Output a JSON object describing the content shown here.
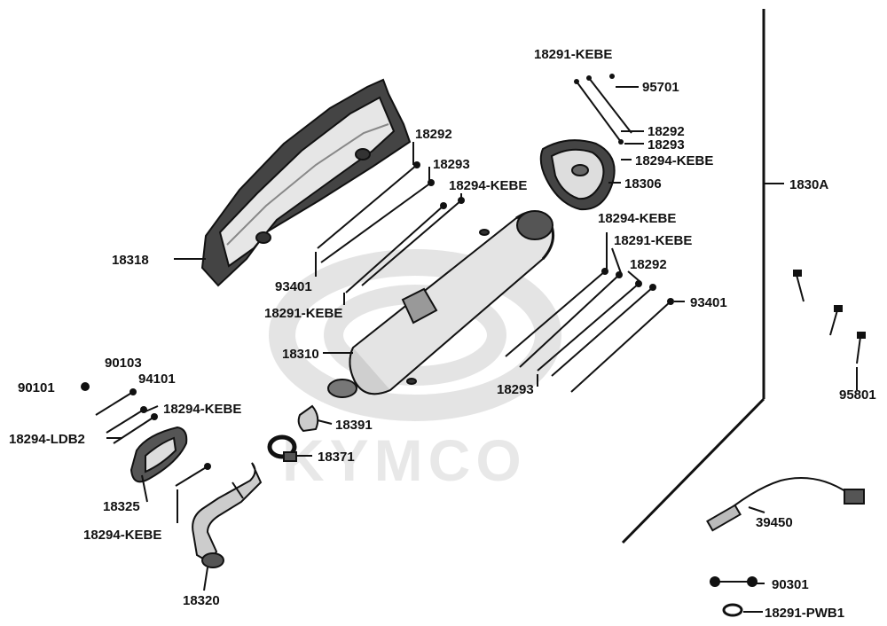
{
  "watermark": {
    "brand": "KYMCO"
  },
  "group_label": "1830A",
  "labels": {
    "l_18291_kebe_top": "18291-KEBE",
    "l_95701": "95701",
    "l_18292_top": "18292",
    "l_18293_top": "18293",
    "l_18294_kebe_top": "18294-KEBE",
    "l_18306": "18306",
    "l_18292_left": "18292",
    "l_18293_left": "18293",
    "l_18294_kebe_left": "18294-KEBE",
    "l_18318": "18318",
    "l_93401_left": "93401",
    "l_18291_kebe_left": "18291-KEBE",
    "l_18294_kebe_mid": "18294-KEBE",
    "l_18291_kebe_mid": "18291-KEBE",
    "l_18292_mid": "18292",
    "l_93401_right": "93401",
    "l_18310": "18310",
    "l_18293_mid": "18293",
    "l_90103": "90103",
    "l_90101": "90101",
    "l_94101": "94101",
    "l_18294_kebe_lower": "18294-KEBE",
    "l_18294_ldb2": "18294-LDB2",
    "l_18391": "18391",
    "l_18371": "18371",
    "l_18325": "18325",
    "l_18294_kebe_bottom": "18294-KEBE",
    "l_18320": "18320",
    "l_95801": "95801",
    "l_39450": "39450",
    "l_90301": "90301",
    "l_18291_pwb1": "18291-PWB1"
  }
}
